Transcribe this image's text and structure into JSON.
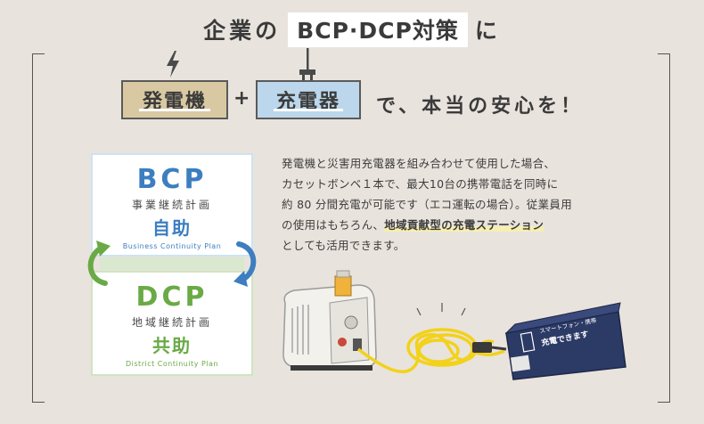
{
  "headline": {
    "prefix": "企業の",
    "highlight": "BCP·DCP対策",
    "suffix": "に"
  },
  "devices": {
    "generator": "発電機",
    "plus": "+",
    "charger": "充電器",
    "tagline": "で、本当の安心を！"
  },
  "bcp": {
    "title": "BCP",
    "subtitle": "事業継続計画",
    "label": "自助",
    "english": "Business Continuity Plan"
  },
  "dcp": {
    "title": "DCP",
    "subtitle": "地域継続計画",
    "label": "共助",
    "english": "District Continuity Plan"
  },
  "description": {
    "line1": "発電機と災害用充電器を組み合わせて使用した場合、",
    "line2": "カセットボンベ１本で、最大10台の携帯電話を同時に",
    "line3": "約 80 分間充電が可能です（エコ運転の場合）。従業員用",
    "line4_pre": "の使用はもちろん、",
    "line4_bold": "地域貢献型の充電ステーション",
    "line5": "としても活用できます。"
  },
  "bag": {
    "line1": "スマートフォン・携帯",
    "line2": "充電できます"
  },
  "colors": {
    "background": "#e9e3dd",
    "bcp_blue": "#3c7ec0",
    "dcp_green": "#6aaa46",
    "generator_box": "#d9c9a3",
    "charger_box": "#bcd7ec",
    "bag_navy": "#2c3a66",
    "cable_yellow": "#f2d21b"
  },
  "icons": {
    "lightning": "lightning-icon",
    "plug": "plug-icon",
    "cycle_arrow_left": "cycle-arrow-left-icon",
    "cycle_arrow_right": "cycle-arrow-right-icon"
  }
}
